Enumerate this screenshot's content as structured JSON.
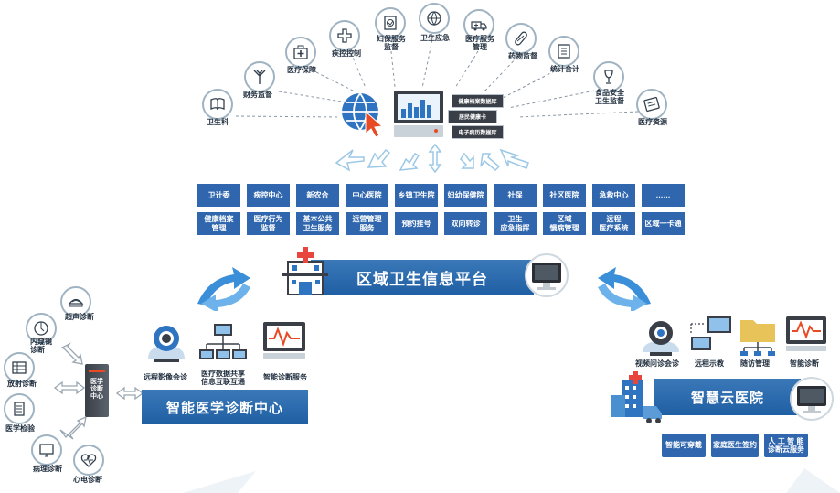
{
  "top_arc": {
    "items": [
      {
        "id": "health-bureau",
        "label": "卫生科",
        "icon": "book-icon"
      },
      {
        "id": "finance",
        "label": "财务监督",
        "icon": "antenna-icon"
      },
      {
        "id": "medical-safety",
        "label": "医疗保障",
        "icon": "medical-bag-icon"
      },
      {
        "id": "disease-control",
        "label": "疾控控制",
        "icon": "cross-icon"
      },
      {
        "id": "maternal",
        "label": "妇保服务\n监督",
        "icon": "document-icon"
      },
      {
        "id": "emergency",
        "label": "卫生应急",
        "icon": "globe-icon"
      },
      {
        "id": "medical-service",
        "label": "医疗服务\n管理",
        "icon": "ambulance-icon"
      },
      {
        "id": "drug",
        "label": "药物监督",
        "icon": "pill-icon"
      },
      {
        "id": "statistics",
        "label": "统计合计",
        "icon": "list-icon"
      },
      {
        "id": "food-safety",
        "label": "食品安全\n卫生监督",
        "icon": "wine-icon"
      },
      {
        "id": "medical-resources",
        "label": "医疗资源",
        "icon": "newspaper-icon"
      }
    ],
    "databases": [
      "健康档案数据库",
      "居民健康卡",
      "电子病历数据库"
    ]
  },
  "grid": {
    "row1": [
      "卫计委",
      "疾控中心",
      "新农合",
      "中心医院",
      "乡镇卫生院",
      "妇幼保健院",
      "社保",
      "社区医院",
      "急救中心",
      "……"
    ],
    "row2": [
      "健康档案\n管理",
      "医疗行为\n监督",
      "基本公共\n卫生服务",
      "运营管理\n服务",
      "预约挂号",
      "双向转诊",
      "卫生\n应急指挥",
      "区域\n慢病管理",
      "远程\n医疗系统",
      "区域一卡通"
    ]
  },
  "platform": {
    "title": "区域卫生信息平台"
  },
  "left": {
    "title": "智能医学诊断中心",
    "server_label": "医学\n诊断\n中心",
    "departments": [
      {
        "id": "ultrasound",
        "label": "超声诊断",
        "icon": "ultrasound-icon"
      },
      {
        "id": "endoscopy",
        "label": "内窥镜\n诊断",
        "icon": "endoscope-icon"
      },
      {
        "id": "radiology",
        "label": "放射诊断",
        "icon": "radiology-icon"
      },
      {
        "id": "lab",
        "label": "医学检验",
        "icon": "lab-icon"
      },
      {
        "id": "pathology",
        "label": "病理诊断",
        "icon": "monitor-icon"
      },
      {
        "id": "ecg",
        "label": "心电诊断",
        "icon": "heart-icon"
      }
    ],
    "services": [
      "远程影像会诊",
      "医疗数据共享\n信息互联互通",
      "智能诊断服务"
    ]
  },
  "right": {
    "title": "智慧云医院",
    "services": [
      "视频问诊会诊",
      "远程示教",
      "随访管理",
      "智能诊断"
    ],
    "bottom_buttons": [
      "智能可穿戴",
      "家庭医生签约",
      "人 工 智 能\n诊断云服务"
    ]
  },
  "colors": {
    "accent": "#2f66ae",
    "arrow": "#3b8fd8",
    "platform_start": "#3a78b8"
  }
}
